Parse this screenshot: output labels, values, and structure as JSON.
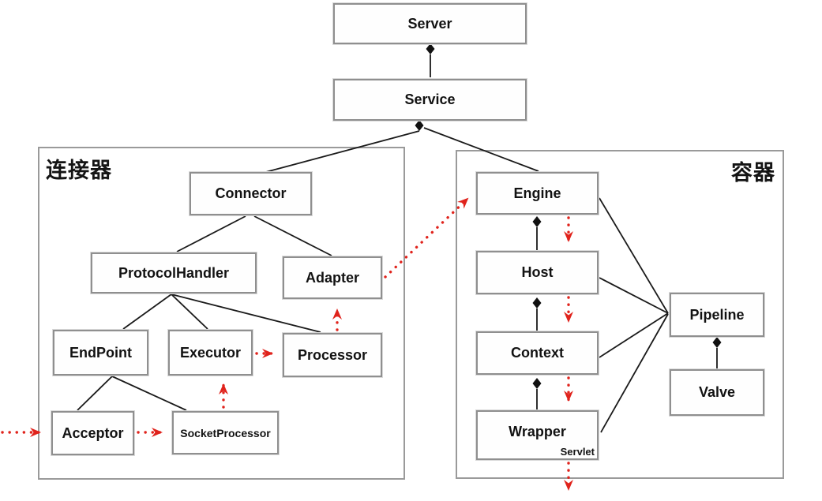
{
  "panels": {
    "connector_label": "连接器",
    "container_label": "容器"
  },
  "nodes": {
    "server": "Server",
    "service": "Service",
    "connector": "Connector",
    "protocol_handler": "ProtocolHandler",
    "adapter": "Adapter",
    "endpoint": "EndPoint",
    "executor": "Executor",
    "processor": "Processor",
    "acceptor": "Acceptor",
    "socket_processor": "SocketProcessor",
    "engine": "Engine",
    "host": "Host",
    "context": "Context",
    "wrapper": "Wrapper",
    "servlet": "Servlet",
    "pipeline": "Pipeline",
    "valve": "Valve"
  },
  "colors": {
    "flow_arrow_red": "#e0231c",
    "structure_line_black": "#1a1a1a",
    "box_border_gray": "#8f8f8f",
    "panel_border_gray": "#9a9a9a",
    "background": "#ffffff"
  },
  "relations": {
    "composition_diamond_links": [
      {
        "parent": "Server",
        "child": "Service"
      },
      {
        "parent": "Service",
        "child": "Connector"
      },
      {
        "parent": "Service",
        "child": "Engine"
      },
      {
        "parent": "Engine",
        "child": "Host"
      },
      {
        "parent": "Host",
        "child": "Context"
      },
      {
        "parent": "Context",
        "child": "Wrapper"
      },
      {
        "parent": "Pipeline",
        "child": "Valve"
      }
    ],
    "association_lines": [
      {
        "from": "Connector",
        "to": "ProtocolHandler"
      },
      {
        "from": "Connector",
        "to": "Adapter"
      },
      {
        "from": "ProtocolHandler",
        "to": "EndPoint"
      },
      {
        "from": "ProtocolHandler",
        "to": "Executor"
      },
      {
        "from": "ProtocolHandler",
        "to": "Processor"
      },
      {
        "from": "EndPoint",
        "to": "Acceptor"
      },
      {
        "from": "EndPoint",
        "to": "SocketProcessor"
      },
      {
        "from": "Engine",
        "to": "Pipeline"
      },
      {
        "from": "Host",
        "to": "Pipeline"
      },
      {
        "from": "Context",
        "to": "Pipeline"
      },
      {
        "from": "Wrapper",
        "to": "Pipeline"
      }
    ],
    "red_dotted_flow": [
      {
        "from": "(outside left)",
        "to": "Acceptor"
      },
      {
        "from": "Acceptor",
        "to": "SocketProcessor"
      },
      {
        "from": "SocketProcessor",
        "to": "Executor"
      },
      {
        "from": "Executor",
        "to": "Processor"
      },
      {
        "from": "Processor",
        "to": "Adapter"
      },
      {
        "from": "Adapter",
        "to": "Engine"
      },
      {
        "from": "Engine",
        "to": "Host"
      },
      {
        "from": "Host",
        "to": "Context"
      },
      {
        "from": "Context",
        "to": "Wrapper"
      },
      {
        "from": "Wrapper",
        "to": "(outside bottom)"
      }
    ]
  }
}
